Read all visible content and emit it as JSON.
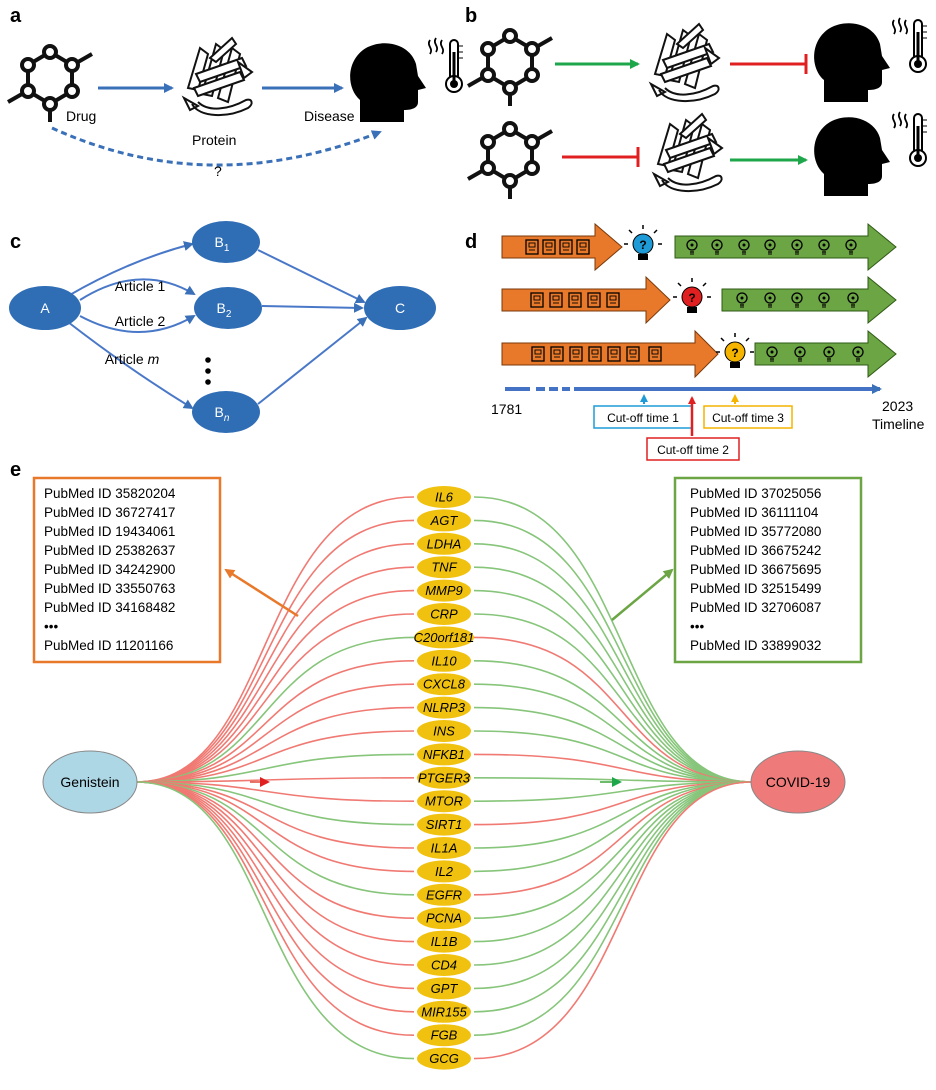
{
  "panels": {
    "a": "a",
    "b": "b",
    "c": "c",
    "d": "d",
    "e": "e"
  },
  "panel_a": {
    "drug": "Drug",
    "protein": "Protein",
    "disease": "Disease",
    "unknown": "?"
  },
  "panel_c": {
    "node_a": "A",
    "node_c": "C",
    "b1": {
      "base": "B",
      "sub": "1"
    },
    "b2": {
      "base": "B",
      "sub": "2"
    },
    "bn": {
      "base": "B",
      "sub": "n"
    },
    "article1": "Article 1",
    "article2": "Article 2",
    "articlem": {
      "base": "Article ",
      "var": "m"
    }
  },
  "panel_d": {
    "start_year": "1781",
    "end_year": "2023",
    "axis_label": "Timeline",
    "cutoff1": "Cut-off time 1",
    "cutoff2": "Cut-off time 2",
    "cutoff3": "Cut-off time 3",
    "colors": {
      "orange": "#E8782A",
      "green": "#6BA544",
      "blue": "#4472C4",
      "bulb_blue": "#1E9BD7",
      "bulb_red": "#E02020",
      "bulb_yellow": "#F4B400"
    }
  },
  "panel_e": {
    "drug": "Genistein",
    "disease": "COVID-19",
    "genes": [
      "IL6",
      "AGT",
      "LDHA",
      "TNF",
      "MMP9",
      "CRP",
      "C20orf181",
      "IL10",
      "CXCL8",
      "NLRP3",
      "INS",
      "NFKB1",
      "PTGER3",
      "MTOR",
      "SIRT1",
      "IL1A",
      "IL2",
      "EGFR",
      "PCNA",
      "IL1B",
      "CD4",
      "GPT",
      "MIR155",
      "FGB",
      "GCG"
    ],
    "left_edge_colors": [
      "red",
      "red",
      "red",
      "red",
      "red",
      "red",
      "green",
      "red",
      "red",
      "red",
      "red",
      "green",
      "red",
      "red",
      "green",
      "red",
      "red",
      "green",
      "red",
      "red",
      "red",
      "red",
      "red",
      "red",
      "green"
    ],
    "right_edge_colors": [
      "green",
      "green",
      "green",
      "green",
      "green",
      "green",
      "red",
      "green",
      "green",
      "green",
      "green",
      "red",
      "green",
      "green",
      "red",
      "green",
      "green",
      "red",
      "green",
      "green",
      "green",
      "green",
      "green",
      "green",
      "red"
    ],
    "left_box": [
      "PubMed ID 35820204",
      "PubMed ID 36727417",
      "PubMed ID 19434061",
      "PubMed ID 25382637",
      "PubMed ID 34242900",
      "PubMed ID 33550763",
      "PubMed ID 34168482",
      "•••",
      "PubMed ID 11201166"
    ],
    "right_box": [
      "PubMed ID 37025056",
      "PubMed ID 36111104",
      "PubMed ID 35772080",
      "PubMed ID 36675242",
      "PubMed ID 36675695",
      "PubMed ID 32515499",
      "PubMed ID 32706087",
      "•••",
      "PubMed ID 33899032"
    ],
    "colors": {
      "red": "#F07A73",
      "green": "#86C57A",
      "gene": "#F0C20F",
      "drug_node": "#AED7E6",
      "disease_node": "#EE7A7A",
      "left_box": "#E8782A",
      "right_box": "#6BA544"
    }
  }
}
